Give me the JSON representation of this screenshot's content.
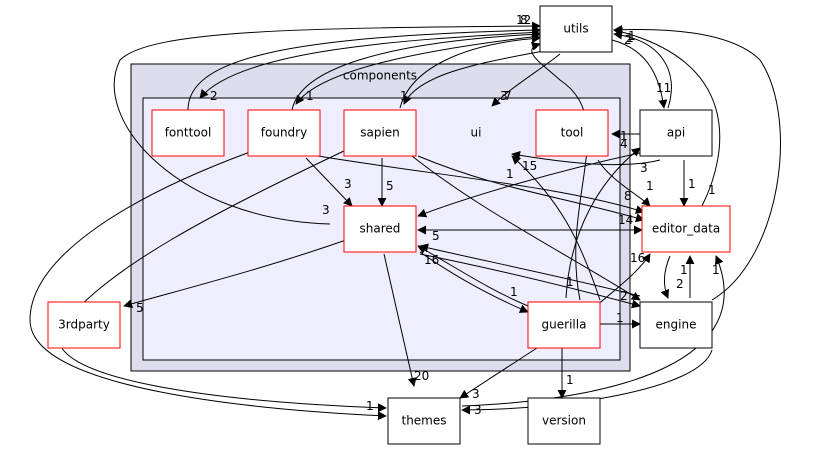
{
  "diagram": {
    "outer_cluster": {
      "label": "components"
    },
    "nodes": {
      "utils": "utils",
      "fonttool": "fonttool",
      "foundry": "foundry",
      "sapien": "sapien",
      "ui": "ui",
      "tool": "tool",
      "api": "api",
      "shared": "shared",
      "editor_data": "editor_data",
      "3rdparty": "3rdparty",
      "guerilla": "guerilla",
      "engine": "engine",
      "themes": "themes",
      "version": "version"
    },
    "edge_labels": [
      {
        "id": "utils-top-a",
        "text": "12"
      },
      {
        "id": "utils-top-b",
        "text": "8"
      },
      {
        "id": "utils-right-a",
        "text": "2"
      },
      {
        "id": "utils-right-b",
        "text": "1"
      },
      {
        "id": "utils-right-c",
        "text": "1"
      },
      {
        "id": "fonttool-in",
        "text": "2"
      },
      {
        "id": "foundry-in",
        "text": "1"
      },
      {
        "id": "sapien-in",
        "text": "1"
      },
      {
        "id": "ui-in",
        "text": "3"
      },
      {
        "id": "ui-in-b",
        "text": "7"
      },
      {
        "id": "api-in",
        "text": "11"
      },
      {
        "id": "tool-api",
        "text": "1"
      },
      {
        "id": "api-sapien",
        "text": "4"
      },
      {
        "id": "ui-guerilla",
        "text": "15"
      },
      {
        "id": "ui-engine",
        "text": "1"
      },
      {
        "id": "foundry-shared",
        "text": "3"
      },
      {
        "id": "sapien-shared",
        "text": "5"
      },
      {
        "id": "other-shared",
        "text": "3"
      },
      {
        "id": "api-editor-a",
        "text": "1"
      },
      {
        "id": "api-editor-b",
        "text": "1"
      },
      {
        "id": "api-editor-c",
        "text": "1"
      },
      {
        "id": "editor-shared-a",
        "text": "8"
      },
      {
        "id": "editor-shared-b",
        "text": "14"
      },
      {
        "id": "editor-shared-c",
        "text": "5"
      },
      {
        "id": "api-guerilla",
        "text": "3"
      },
      {
        "id": "shared-3rdparty",
        "text": "5"
      },
      {
        "id": "shared-guerilla",
        "text": "16"
      },
      {
        "id": "guerilla-editor",
        "text": "16"
      },
      {
        "id": "guerilla-shared",
        "text": "1"
      },
      {
        "id": "guerilla-engine-a",
        "text": "1"
      },
      {
        "id": "guerilla-engine-b",
        "text": "2"
      },
      {
        "id": "guerilla-engine-c",
        "text": "1"
      },
      {
        "id": "engine-editor-a",
        "text": "1"
      },
      {
        "id": "engine-editor-b",
        "text": "2"
      },
      {
        "id": "engine-editor-c",
        "text": "1"
      },
      {
        "id": "shared-themes",
        "text": "20"
      },
      {
        "id": "guerilla-themes",
        "text": "3"
      },
      {
        "id": "engine-themes",
        "text": "3"
      },
      {
        "id": "guerilla-version",
        "text": "1"
      },
      {
        "id": "3rdparty-themes",
        "text": "1"
      }
    ]
  }
}
